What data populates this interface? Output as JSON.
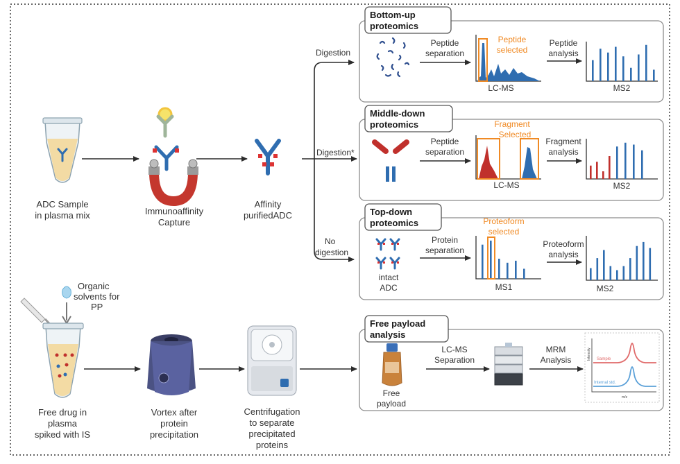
{
  "colors": {
    "accent": "#f08a24",
    "bar_blue": "#2f6db0",
    "bar_red": "#c0302c",
    "panel_border": "#8c8c8c",
    "sample_curve": "#e06a6a",
    "internal_curve": "#5aa0d8"
  },
  "labels": {
    "adc_sample": [
      "ADC Sample",
      "in plasma mix"
    ],
    "immunoaffinity": [
      "Immunoaffinity",
      "Capture"
    ],
    "affinity": [
      "Affinity",
      "purifiedADC"
    ],
    "organic": [
      "Organic",
      "solvents for",
      "PP"
    ],
    "free_drug": [
      "Free drug in",
      "plasma",
      "spiked with IS"
    ],
    "vortex": [
      "Vortex after",
      "protein",
      "precipitation"
    ],
    "centrifugation": [
      "Centrifugation",
      "to separate",
      "precipitated",
      "proteins"
    ]
  },
  "branch": {
    "digestion": "Digestion",
    "digestion_star": "Digestion*",
    "no_digestion": [
      "No",
      "digestion"
    ]
  },
  "panels": {
    "bottom_up": {
      "title": [
        "Bottom-up",
        "proteomics"
      ],
      "step1": [
        "Peptide",
        "separation"
      ],
      "selected": [
        "Peptide",
        "selected"
      ],
      "chrom_label": "LC-MS",
      "step2": [
        "Peptide",
        "analysis"
      ],
      "ms_label": "MS2"
    },
    "middle_down": {
      "title": [
        "Middle-down",
        "proteomics"
      ],
      "step1": [
        "Peptide",
        "separation"
      ],
      "selected": [
        "Fragment",
        "Selected"
      ],
      "chrom_label": "LC-MS",
      "step2": [
        "Fragment",
        "analysis"
      ],
      "ms_label": "MS2"
    },
    "top_down": {
      "title": [
        "Top-down",
        "proteomics"
      ],
      "item": [
        "intact",
        "ADC"
      ],
      "step1": [
        "Protein",
        "separation"
      ],
      "selected": [
        "Proteoform",
        "selected"
      ],
      "chrom_label": "MS1",
      "step2": [
        "Proteoform",
        "analysis"
      ],
      "ms_label": "MS2"
    },
    "free_payload": {
      "title": [
        "Free payload",
        "analysis"
      ],
      "item": [
        "Free",
        "payload"
      ],
      "step1": [
        "LC-MS",
        "Separation"
      ],
      "step2": [
        "MRM",
        "Analysis"
      ],
      "legend_sample": "Sample",
      "legend_internal": "Internal std.",
      "x_axis": "m/z",
      "y_axis": "Intensity"
    }
  },
  "spectra": {
    "bottom_up_ms2": [
      0.55,
      0.85,
      0.75,
      0.9,
      0.65,
      0.35,
      0.7,
      0.95,
      0.3
    ],
    "middle_down_ms2_red": [
      0.35,
      0.45,
      0.2,
      0.6
    ],
    "middle_down_ms2_blue": [
      0.85,
      0.95,
      0.9,
      0.75
    ],
    "top_down_ms1": [
      0.85,
      0.95,
      0.5,
      0.4,
      0.45,
      0.25
    ],
    "top_down_ms2": [
      0.3,
      0.55,
      0.75,
      0.35,
      0.25,
      0.35,
      0.55,
      0.85,
      0.95,
      0.8
    ]
  }
}
